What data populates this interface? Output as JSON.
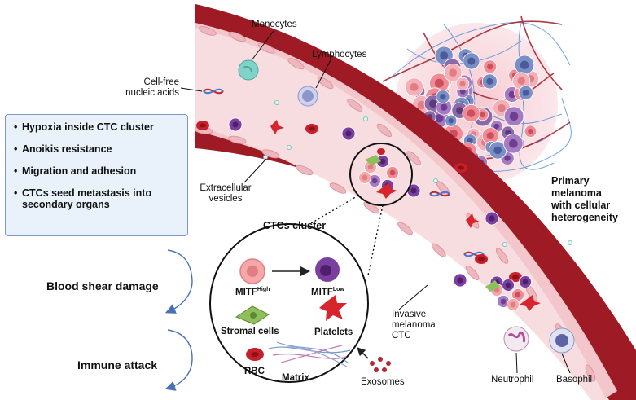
{
  "labels": {
    "monocytes": "Monocytes",
    "lymphocytes": "Lymphocytes",
    "cell_free_line1": "Cell-free",
    "cell_free_line2": "nucleic acids",
    "extracellular_line1": "Extracellular",
    "extracellular_line2": "vesicles",
    "ctcs_cluster": "CTCs cluster",
    "mitf_high_base": "MITF",
    "mitf_high_sup": "High",
    "mitf_low_base": "MITF",
    "mitf_low_sup": "Low",
    "stromal_cells": "Stromal cells",
    "platelets": "Platelets",
    "rbc": "RBC",
    "matrix": "Matrix",
    "exosomes": "Exosomes",
    "blood_shear": "Blood shear damage",
    "immune_attack": "Immune attack",
    "invasive_line1": "Invasive",
    "invasive_line2": "melanoma",
    "invasive_line3": "CTC",
    "neutrophil": "Neutrophil",
    "basophil": "Basophil",
    "primary_line1": "Primary",
    "primary_line2": "melanoma",
    "primary_line3": "with cellular",
    "primary_line4": "heterogeneity"
  },
  "info_box": {
    "items": [
      "Hypoxia inside CTC cluster",
      "Anoikis resistance",
      "Migration and adhesion",
      "CTCs seed metastasis into secondary organs"
    ]
  },
  "colors": {
    "vessel_wall": "#9e1a25",
    "vessel_lumen": "#f7dde0",
    "endothelium": "#f2c6cb",
    "info_fill": "#e9f1fb",
    "info_border": "#7c97c9",
    "rbc": "#c8202a",
    "mitf_high": "#f4a8a8",
    "mitf_low": "#7b3fa0",
    "stromal": "#8fbf5a",
    "platelet": "#d8242c",
    "tumor_vessels": "#3a7bd5",
    "arrow_blue": "#4a6fb5"
  },
  "icons": [
    "dna-icon",
    "red-blood-cell-icon",
    "platelet-icon",
    "monocyte-icon",
    "lymphocyte-icon",
    "neutrophil-icon",
    "basophil-icon",
    "stromal-cell-icon",
    "exosome-icon",
    "matrix-fibers-icon",
    "ctc-cluster-icon",
    "primary-tumor-icon"
  ]
}
